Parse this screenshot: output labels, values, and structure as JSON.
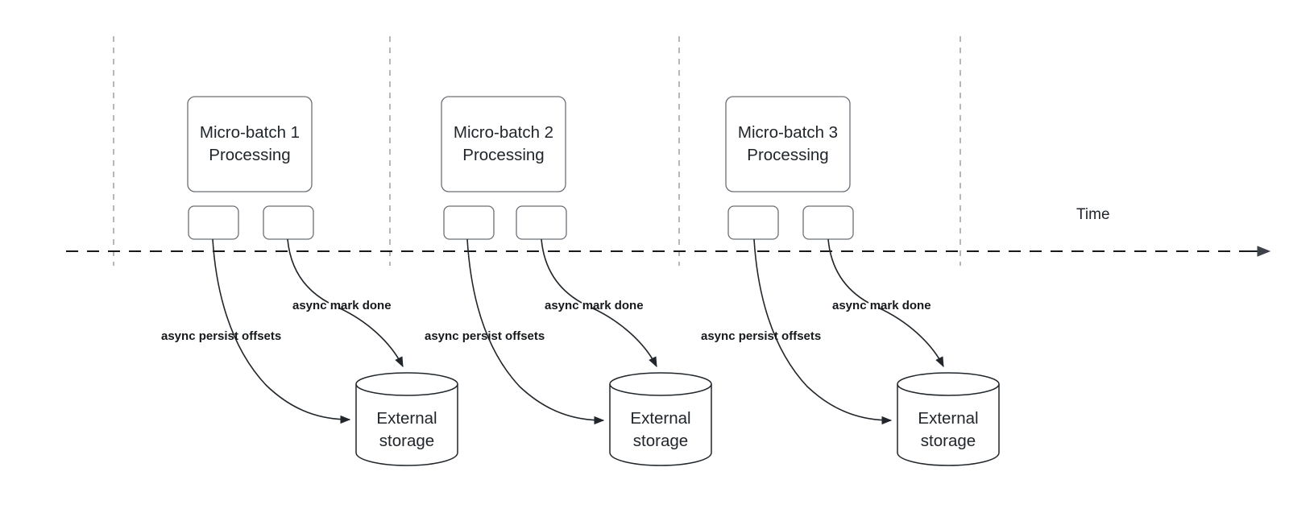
{
  "diagram": {
    "title_axis": "Time",
    "axis": {
      "label": "Time",
      "arrow_direction": "right"
    },
    "batches": [
      {
        "id": "micro-batch-1",
        "label": "Micro-batch 1\nProcessing",
        "task_boxes": [
          "",
          ""
        ],
        "edges": [
          {
            "name": "async-persist-offsets",
            "label": "async persist offsets"
          },
          {
            "name": "async-mark-done",
            "label": "async mark done"
          }
        ],
        "storage": {
          "label": "External\nstorage"
        }
      },
      {
        "id": "micro-batch-2",
        "label": "Micro-batch 2\nProcessing",
        "task_boxes": [
          "",
          ""
        ],
        "edges": [
          {
            "name": "async-persist-offsets",
            "label": "async persist offsets"
          },
          {
            "name": "async-mark-done",
            "label": "async mark done"
          }
        ],
        "storage": {
          "label": "External\nstorage"
        }
      },
      {
        "id": "micro-batch-3",
        "label": "Micro-batch 3\nProcessing",
        "task_boxes": [
          "",
          ""
        ],
        "edges": [
          {
            "name": "async-persist-offsets",
            "label": "async persist offsets"
          },
          {
            "name": "async-mark-done",
            "label": "async mark done"
          }
        ],
        "storage": {
          "label": "External\nstorage"
        }
      }
    ],
    "boundaries": [
      "trigger-boundary-1",
      "trigger-boundary-2",
      "trigger-boundary-3",
      "trigger-boundary-4"
    ],
    "colors": {
      "box_stroke": "#6b7076",
      "cylinder_stroke": "#20262b",
      "dashed_boundary": "#9aa0a6",
      "timeline": "#16191c",
      "text": "#20262b",
      "background": "#ffffff"
    }
  }
}
